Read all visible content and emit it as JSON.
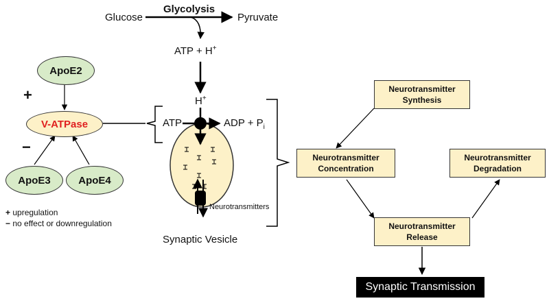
{
  "glycolysis": {
    "title": "Glycolysis",
    "input": "Glucose",
    "output": "Pyruvate",
    "products": "ATP + H",
    "products_sup": "+"
  },
  "vesicle": {
    "proton": "H",
    "proton_sup": "+",
    "atp": "ATP",
    "adp": "ADP + P",
    "adp_sub": "i",
    "neurotransmitters_label": "Neurotransmitters",
    "caption": "Synaptic Vesicle"
  },
  "apo": {
    "vatpase": "V-ATPase",
    "apoe2": "ApoE2",
    "apoe3": "ApoE3",
    "apoe4": "ApoE4",
    "plus_sign": "+",
    "minus_sign": "−"
  },
  "legend": {
    "up_symbol": "+",
    "up_text": "upregulation",
    "down_symbol": "−",
    "down_text": "no effect or downregulation"
  },
  "cycle": {
    "synthesis": [
      "Neurotransmitter",
      "Synthesis"
    ],
    "concentration": [
      "Neurotransmitter",
      "Concentration"
    ],
    "degradation": [
      "Neurotransmitter",
      "Degradation"
    ],
    "release": [
      "Neurotransmitter",
      "Release"
    ],
    "transmission": "Synaptic Transmission"
  },
  "colors": {
    "vatpase_text": "#e02020",
    "vatpase_fill": "#fdf1c8",
    "apoe_fill": "#d8ebc8",
    "box_fill": "#fdf1c8",
    "vesicle_fill": "#fdf1c8",
    "transmission_fill": "#000000",
    "transmission_text": "#ffffff"
  }
}
